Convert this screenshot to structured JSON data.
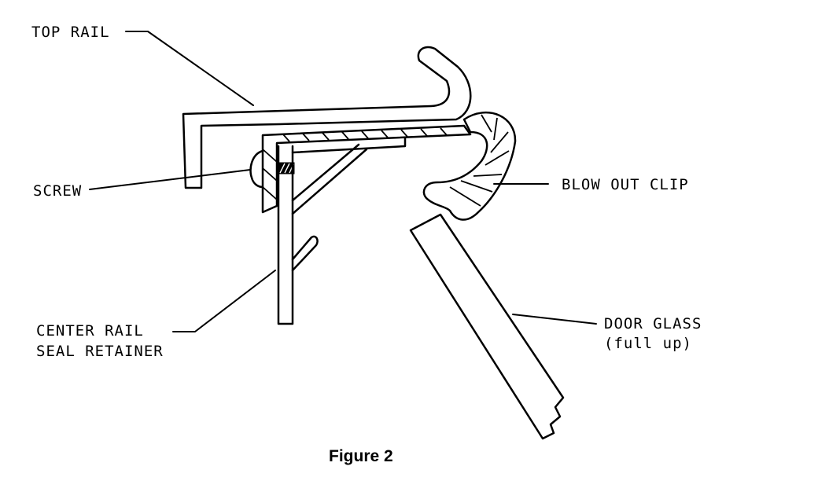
{
  "labels": {
    "top_rail": "TOP RAIL",
    "screw": "SCREW",
    "center_rail_line1": "CENTER RAIL",
    "center_rail_line2": "SEAL RETAINER",
    "blow_out_clip": "BLOW OUT CLIP",
    "door_glass_line1": "DOOR GLASS",
    "door_glass_line2": "(full up)"
  },
  "caption": "Figure 2"
}
